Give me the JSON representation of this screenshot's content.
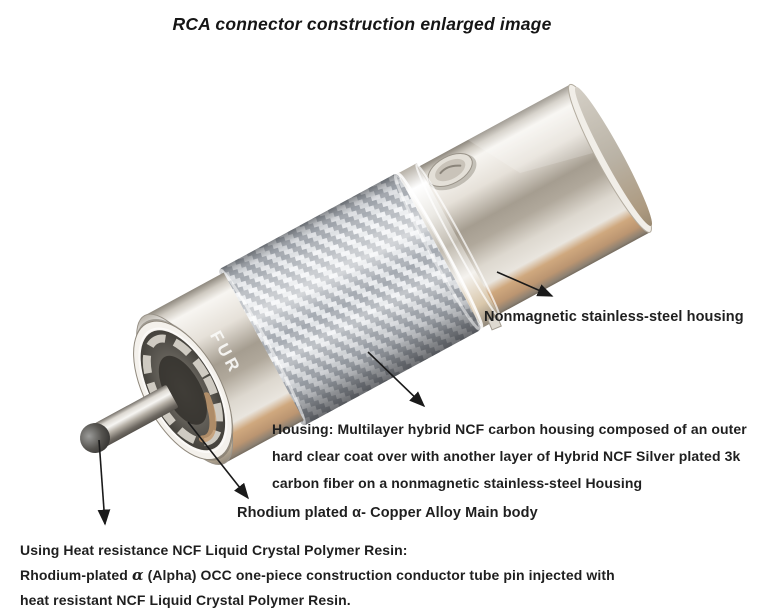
{
  "title": "RCA connector construction enlarged image",
  "connector": {
    "brand_text": "FUR",
    "colors": {
      "metal_light": "#f7f5f1",
      "metal_mid": "#cfc8bd",
      "metal_dark": "#8e887e",
      "copper": "#c9a478",
      "carbon_light": "#e9ebee",
      "carbon_dark": "#a3a8af",
      "pin_tip": "#4a4947"
    }
  },
  "annotations": {
    "steel_housing": {
      "text": "Nonmagnetic stainless-steel housing"
    },
    "carbon_housing": {
      "lines": [
        "Housing: Multilayer hybrid NCF carbon housing composed of an outer",
        "hard clear coat over with another layer of Hybrid NCF Silver plated 3k",
        "carbon fiber on a nonmagnetic stainless-steel Housing"
      ]
    },
    "main_body": {
      "text": "Rhodium plated α- Copper Alloy Main body"
    },
    "center_pin": {
      "line1": "Using Heat resistance NCF Liquid Crystal Polymer Resin:",
      "line2_pre": "Rhodium-plated ",
      "line2_alpha": "α",
      "line2_post": " (Alpha) OCC one-piece construction conductor tube pin injected with",
      "line3": "heat resistant NCF Liquid Crystal Polymer Resin."
    }
  }
}
